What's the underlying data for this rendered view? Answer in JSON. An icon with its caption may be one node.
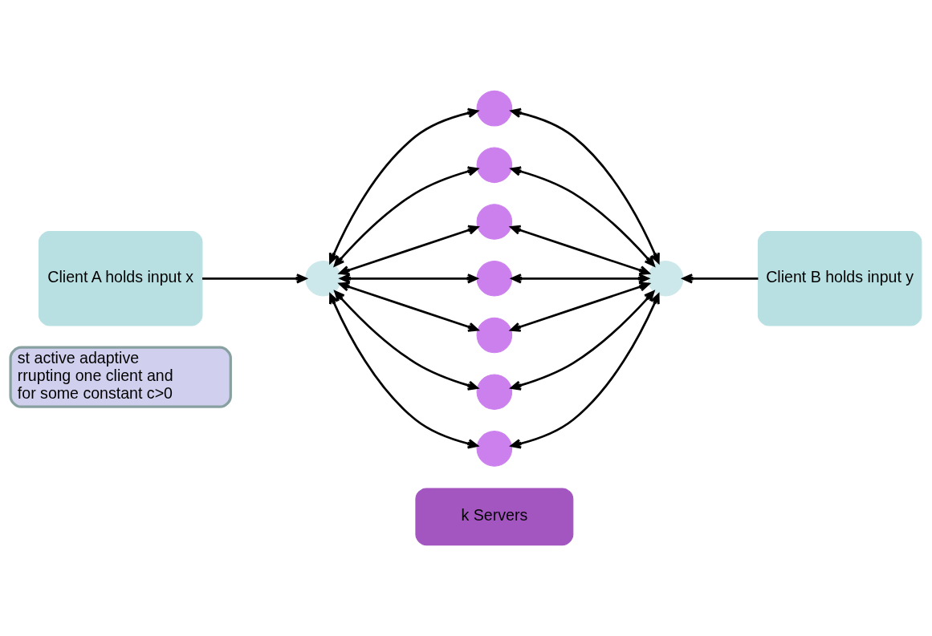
{
  "diagram": {
    "nodes": [
      {
        "text": [
          "k Servers"
        ]
      },
      {
        "text": [
          "Client A holds input x"
        ]
      },
      {
        "text": [],
        "shape": "circle"
      },
      {
        "text": [],
        "shape": "circle"
      },
      {
        "text": [],
        "shape": "circle"
      },
      {
        "text": [],
        "shape": "circle"
      },
      {
        "text": [],
        "shape": "circle"
      },
      {
        "text": [],
        "shape": "circle"
      },
      {
        "text": [],
        "shape": "circle"
      },
      {
        "text": [],
        "shape": "circle"
      },
      {
        "text": [],
        "shape": "circle"
      },
      {
        "text": [
          "Client B holds input y"
        ]
      },
      {
        "text": [
          "st active adaptive rrupting one client and for some constant c>0"
        ]
      }
    ],
    "edges": [
      {
        "from": 1,
        "to": 2,
        "arrow": "to"
      },
      {
        "from": 2,
        "to": 3,
        "arrow": "both"
      },
      {
        "from": 2,
        "to": 4,
        "arrow": "both"
      },
      {
        "from": 2,
        "to": 5,
        "arrow": "both"
      },
      {
        "from": 2,
        "to": 6,
        "arrow": "both"
      },
      {
        "from": 2,
        "to": 7,
        "arrow": "both"
      },
      {
        "from": 2,
        "to": 8,
        "arrow": "both"
      },
      {
        "from": 2,
        "to": 9,
        "arrow": "both"
      },
      {
        "from": 10,
        "to": 3,
        "arrow": "both"
      },
      {
        "from": 10,
        "to": 4,
        "arrow": "both"
      },
      {
        "from": 10,
        "to": 5,
        "arrow": "both"
      },
      {
        "from": 10,
        "to": 6,
        "arrow": "both"
      },
      {
        "from": 10,
        "to": 7,
        "arrow": "both"
      },
      {
        "from": 10,
        "to": 8,
        "arrow": "both"
      },
      {
        "from": 10,
        "to": 9,
        "arrow": "both"
      },
      {
        "from": 11,
        "to": 10,
        "arrow": "to"
      }
    ]
  }
}
